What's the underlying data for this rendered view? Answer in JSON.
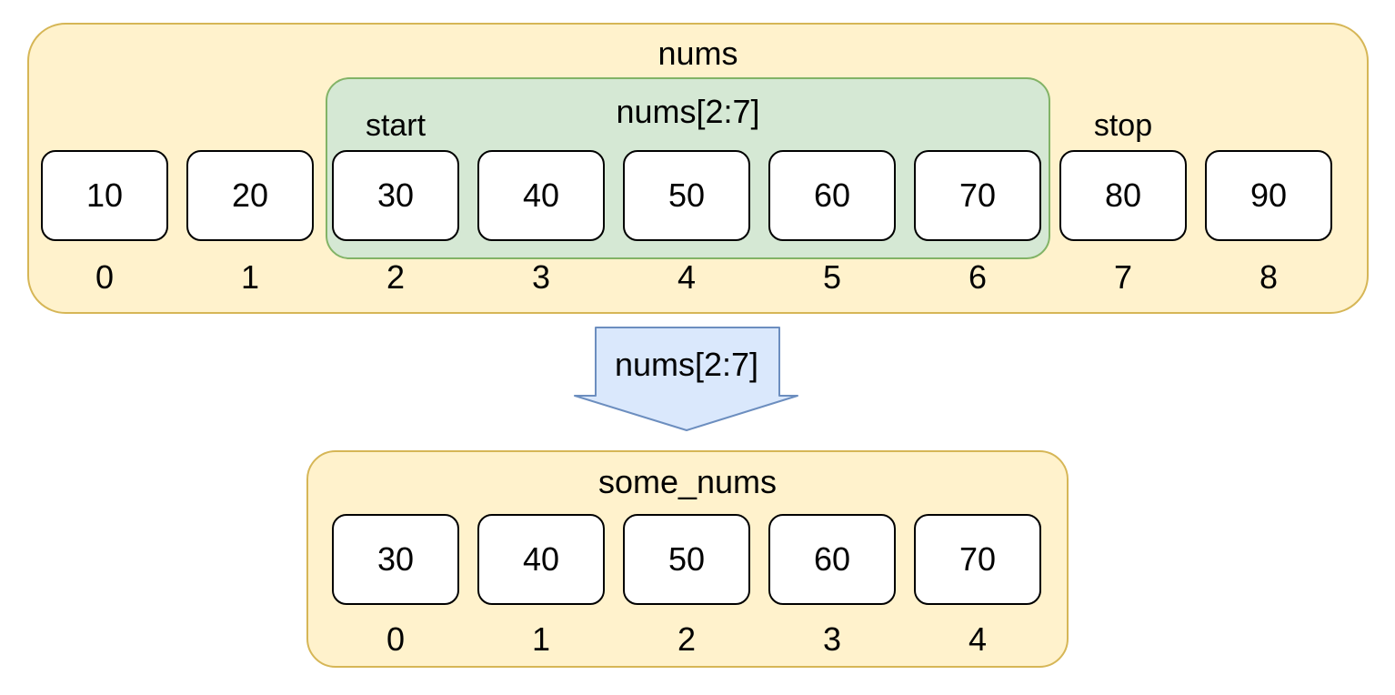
{
  "colors": {
    "page_bg": "#ffffff",
    "array_fill": "#fff2cc",
    "array_stroke": "#d6b656",
    "slice_fill": "#d5e8d4",
    "slice_stroke": "#82b366",
    "arrow_fill": "#dae8fc",
    "arrow_stroke": "#6c8ebf",
    "cell_fill": "#ffffff",
    "cell_stroke": "#000000",
    "text_color": "#000000"
  },
  "nums": {
    "label": "nums",
    "cells": [
      {
        "value": "10",
        "index": "0"
      },
      {
        "value": "20",
        "index": "1"
      },
      {
        "value": "30",
        "index": "2"
      },
      {
        "value": "40",
        "index": "3"
      },
      {
        "value": "50",
        "index": "4"
      },
      {
        "value": "60",
        "index": "5"
      },
      {
        "value": "70",
        "index": "6"
      },
      {
        "value": "80",
        "index": "7"
      },
      {
        "value": "90",
        "index": "8"
      }
    ]
  },
  "slice": {
    "label": "nums[2:7]",
    "start_label": "start",
    "stop_label": "stop"
  },
  "arrow": {
    "label": "nums[2:7]"
  },
  "some_nums": {
    "label": "some_nums",
    "cells": [
      {
        "value": "30",
        "index": "0"
      },
      {
        "value": "40",
        "index": "1"
      },
      {
        "value": "50",
        "index": "2"
      },
      {
        "value": "60",
        "index": "3"
      },
      {
        "value": "70",
        "index": "4"
      }
    ]
  }
}
